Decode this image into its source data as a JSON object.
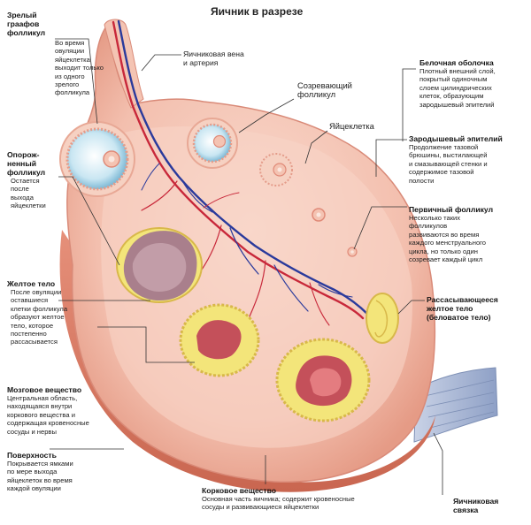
{
  "title": "Яичник в разрезе",
  "labels": {
    "vein": "Яичниковая вена\nи артерия",
    "maturing": "Созревающий\nфолликул",
    "egg": "Яйцеклетка"
  },
  "left": [
    {
      "id": "graaf",
      "heading": "Зрелый\nграафов\nфолликул",
      "desc": "Во время\nовуляции\nяйцеклетка\nвыходит только\nиз одного\nзрелого\nфолликула"
    },
    {
      "id": "empty",
      "heading": "Опорож-\nненный\nфолликул",
      "desc": "Остается\nпосле\nвыхода\nяйцеклетки"
    },
    {
      "id": "yellow",
      "heading": "Желтое тело",
      "desc": "После овуляции\nоставшиеся\nклетки фолликула\nобразуют желтое\nтело, которое\nпостепенно\nрассасывается"
    },
    {
      "id": "medulla",
      "heading": "Мозговое вещество",
      "desc": "Центральная область,\nнаходящаяся внутри\nкоркового вещества и\nсодержащая кровеносные\nсосуды и нервы"
    },
    {
      "id": "surface",
      "heading": "Поверхность",
      "desc": "Покрывается ямками\nпо мере выхода\nяйцеклеток во время\nкаждой овуляции"
    }
  ],
  "right": [
    {
      "id": "albuginea",
      "heading": "Белочная оболочка",
      "desc": "Плотный внешний слой,\nпокрытый одиночным\nслоем цилиндрических\nклеток, образующим\nзародышевый эпителий"
    },
    {
      "id": "germinal",
      "heading": "Зародышевый эпителий",
      "desc": "Продолжение тазовой\nбрюшины, выстилающей\nи смазывающей стенки и\nсодержимое тазовой\nполости"
    },
    {
      "id": "primary",
      "heading": "Первичный фолликул",
      "desc": "Несколько таких\nфолликулов\nразвиваются во время\nкаждого менструального\nцикла, но только один\nсозревает каждый цикл"
    },
    {
      "id": "albicans",
      "heading": "Рассасывающееся\nжелтое тело\n(беловатое тело)",
      "desc": ""
    },
    {
      "id": "ligament",
      "heading": "Яичниковая\nсвязка",
      "desc": ""
    }
  ],
  "bottom": {
    "heading": "Корковое вещество",
    "desc": "Основная часть яичника; содержит кровеносные\nсосуды и развивающиеся яйцеклетки"
  },
  "colors": {
    "ovary": "#f2b8a6",
    "cortex": "#f6cdbd",
    "shade": "#d98a78",
    "vein": "#2a3a9c",
    "artery": "#c8283a",
    "yellow": "#f3e57a",
    "ligament": "#aab7d3"
  }
}
